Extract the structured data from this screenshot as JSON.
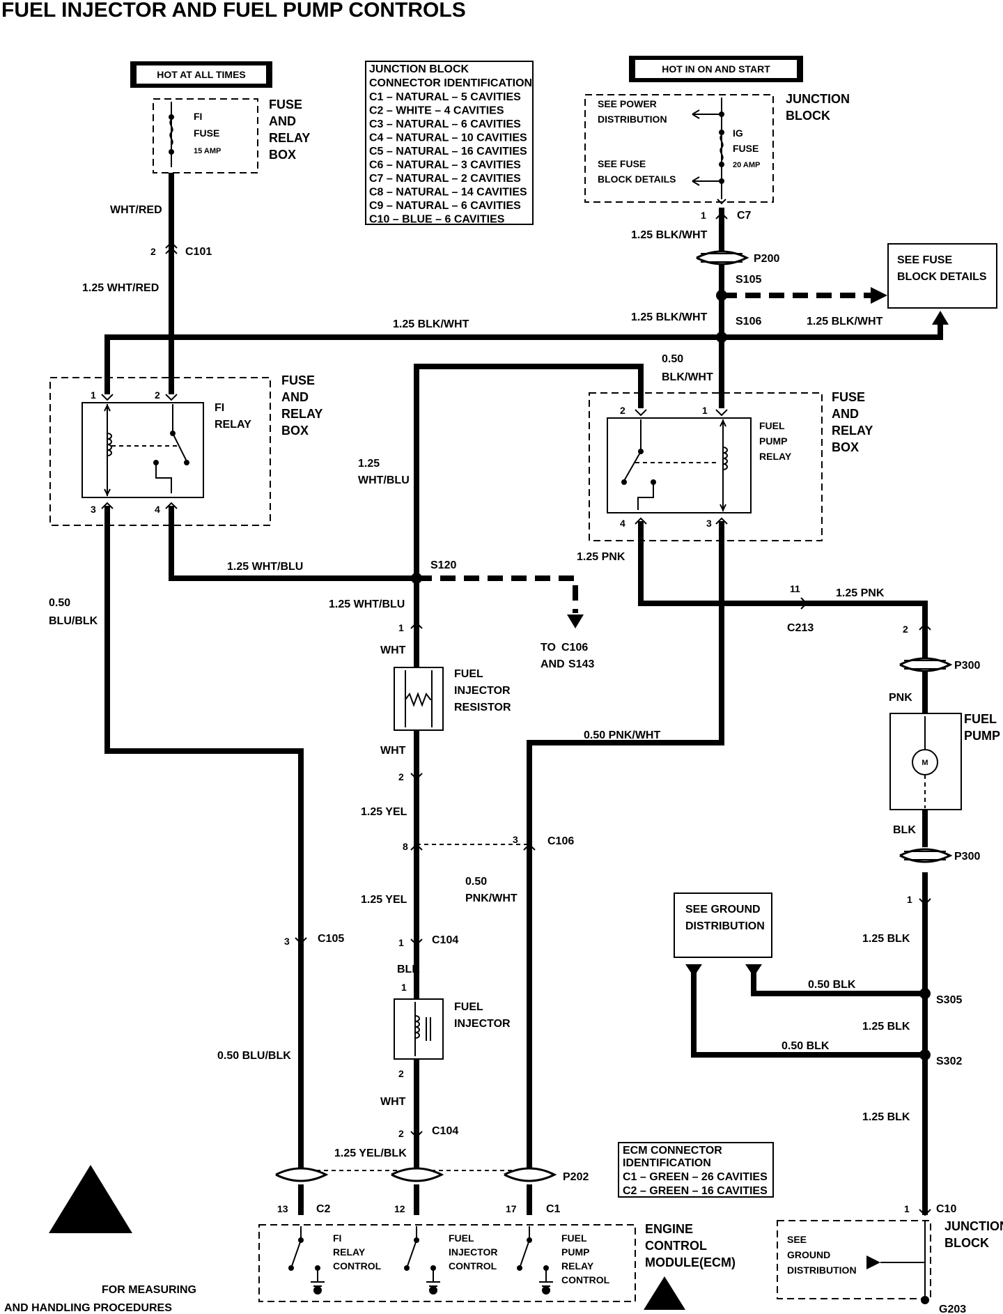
{
  "title": "FUEL INJECTOR AND FUEL PUMP CONTROLS",
  "hot_at_all_times": "HOT AT ALL TIMES",
  "hot_in_on_start": "HOT IN ON AND START",
  "fi_fuse": {
    "line1": "FI",
    "line2": "FUSE",
    "line3": "15 AMP"
  },
  "fuse_relay_box": {
    "l1": "FUSE",
    "l2": "AND",
    "l3": "RELAY",
    "l4": "BOX"
  },
  "junction_block_id": {
    "heading1": "JUNCTION BLOCK",
    "heading2": "CONNECTOR IDENTIFICATION",
    "rows": [
      "C1 – NATURAL – 5 CAVITIES",
      "C2 – WHITE – 4 CAVITIES",
      "C3 – NATURAL – 6 CAVITIES",
      "C4 – NATURAL – 10 CAVITIES",
      "C5 – NATURAL – 16 CAVITIES",
      "C6 – NATURAL – 3 CAVITIES",
      "C7 – NATURAL – 2 CAVITIES",
      "C8 – NATURAL – 14 CAVITIES",
      "C9 – NATURAL – 6 CAVITIES",
      "C10 – BLUE – 6 CAVITIES"
    ]
  },
  "junction_block_top": {
    "see_power_1": "SEE POWER",
    "see_power_2": "DISTRIBUTION",
    "see_fuse_1": "SEE FUSE",
    "see_fuse_2": "BLOCK DETAILS",
    "ig": "IG",
    "fuse": "FUSE",
    "amp": "20 AMP",
    "label1": "JUNCTION",
    "label2": "BLOCK"
  },
  "see_fuse_block": {
    "l1": "SEE FUSE",
    "l2": "BLOCK DETAILS"
  },
  "fi_relay": {
    "l1": "FI",
    "l2": "RELAY"
  },
  "fuel_pump_relay": {
    "l1": "FUEL",
    "l2": "PUMP",
    "l3": "RELAY"
  },
  "fuel_injector_resistor": {
    "l1": "FUEL",
    "l2": "INJECTOR",
    "l3": "RESISTOR"
  },
  "fuel_pump": {
    "l1": "FUEL",
    "l2": "PUMP",
    "motor": "M"
  },
  "fuel_injector": {
    "l1": "FUEL",
    "l2": "INJECTOR"
  },
  "to_c106": {
    "l1": "TO",
    "l1b": "C106",
    "l2": "AND",
    "l2b": "S143"
  },
  "see_ground": {
    "l1": "SEE GROUND",
    "l2": "DISTRIBUTION"
  },
  "ecm_id": {
    "heading1": "ECM CONNECTOR",
    "heading2": "IDENTIFICATION",
    "rows": [
      "C1 – GREEN – 26 CAVITIES",
      "C2 – GREEN – 16 CAVITIES"
    ]
  },
  "ecm": {
    "fi_relay": [
      "FI",
      "RELAY",
      "CONTROL"
    ],
    "fuel_inj": [
      "FUEL",
      "INJECTOR",
      "CONTROL"
    ],
    "fuel_pump": [
      "FUEL",
      "PUMP",
      "RELAY",
      "CONTROL"
    ],
    "label": [
      "ENGINE",
      "CONTROL",
      "MODULE",
      "(ECM)"
    ]
  },
  "junction_block_bottom": {
    "see1": "SEE",
    "see2": "GROUND",
    "see3": "DISTRIBUTION",
    "label1": "JUNCTION",
    "label2": "BLOCK"
  },
  "measuring": {
    "l1": "FOR MEASURING",
    "l2": "AND HANDLING PROCEDURES"
  },
  "wires": {
    "wht_red": "WHT/RED",
    "wht_red_125": "1.25 WHT/RED",
    "blk_wht_125": "1.25 BLK/WHT",
    "blk_wht_050a": "0.50",
    "blk_wht_050b": "BLK/WHT",
    "wht_blu_125a": "1.25",
    "wht_blu_125b": "WHT/BLU",
    "wht_blu_125": "1.25 WHT/BLU",
    "blu_blk_050a": "0.50",
    "blu_blk_050b": "BLU/BLK",
    "blu_blk_050": "0.50 BLU/BLK",
    "pnk_125": "1.25 PNK",
    "pnk": "PNK",
    "blk": "BLK",
    "wht": "WHT",
    "yel_125": "1.25 YEL",
    "pnk_wht_050": "0.50 PNK/WHT",
    "pnk_wht_a": "0.50",
    "pnk_wht_b": "PNK/WHT",
    "blk_125": "1.25 BLK",
    "blk_050": "0.50 BLK",
    "yel_blk_125": "1.25 YEL/BLK"
  },
  "connectors": {
    "c101": "C101",
    "c7": "C7",
    "p200": "P200",
    "s105": "S105",
    "s106": "S106",
    "s120": "S120",
    "c213": "C213",
    "p300": "P300",
    "c106": "C106",
    "c105": "C105",
    "c104": "C104",
    "s305": "S305",
    "s302": "S302",
    "p202": "P202",
    "c2": "C2",
    "c1": "C1",
    "c10": "C10",
    "g203": "G203"
  },
  "pins": {
    "p1": "1",
    "p2": "2",
    "p3": "3",
    "p4": "4",
    "p8": "8",
    "p11": "11",
    "p12": "12",
    "p13": "13",
    "p17": "17"
  }
}
